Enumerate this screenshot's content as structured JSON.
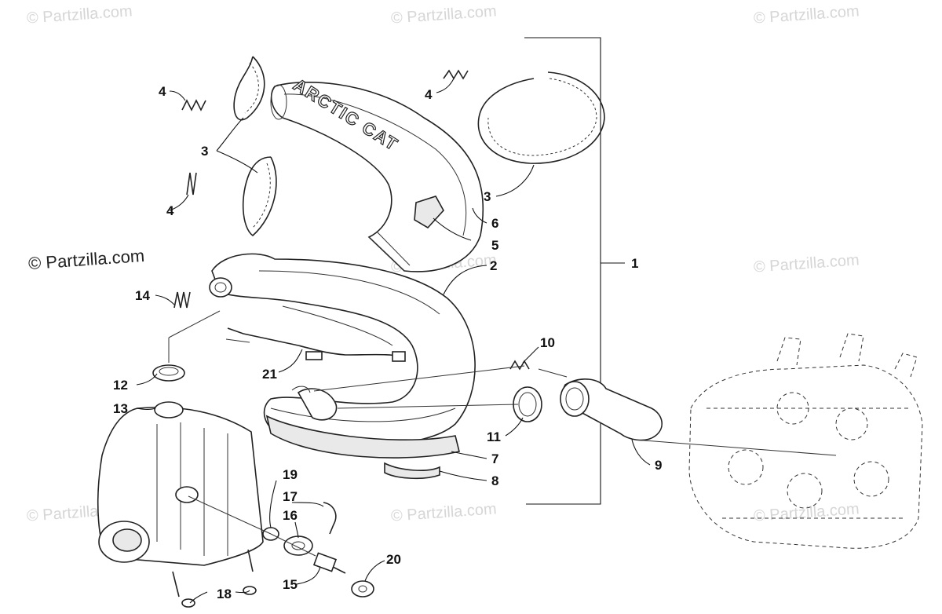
{
  "watermarks": {
    "tl": "© Partzilla.com",
    "tc": "© Partzilla.com",
    "tr": "© Partzilla.com",
    "mr": "© Partzilla.com",
    "mc": "© Partzilla.com",
    "bl": "© Partzilla.com",
    "bc": "© Partzilla.com",
    "br": "© Partzilla.com",
    "main": "© Partzilla.com"
  },
  "brand_text": "ARCTIC CAT",
  "callouts": {
    "c1": "1",
    "c2": "2",
    "c3a": "3",
    "c3b": "3",
    "c4a": "4",
    "c4b": "4",
    "c4c": "4",
    "c5": "5",
    "c6": "6",
    "c7": "7",
    "c8": "8",
    "c9": "9",
    "c10": "10",
    "c11": "11",
    "c12": "12",
    "c13": "13",
    "c14": "14",
    "c15": "15",
    "c16": "16",
    "c17": "17",
    "c18": "18",
    "c19": "19",
    "c20": "20",
    "c21": "21"
  }
}
